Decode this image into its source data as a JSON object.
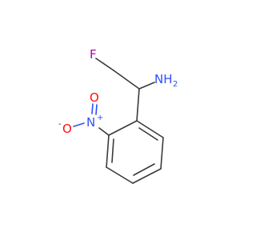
{
  "molecule": {
    "atoms": {
      "fluorine": "F",
      "amine": "NH",
      "amine_sub": "2",
      "nitro_n": "N",
      "nitro_n_charge": "+",
      "nitro_o_top": "O",
      "nitro_o_minus": "O",
      "nitro_o_minus_charge": "-"
    },
    "colors": {
      "bond": "#3a3a3a",
      "fluorine": "#b400b4",
      "nitrogen": "#3050f8",
      "oxygen": "#ff0d0d",
      "charge": "#333333"
    }
  }
}
